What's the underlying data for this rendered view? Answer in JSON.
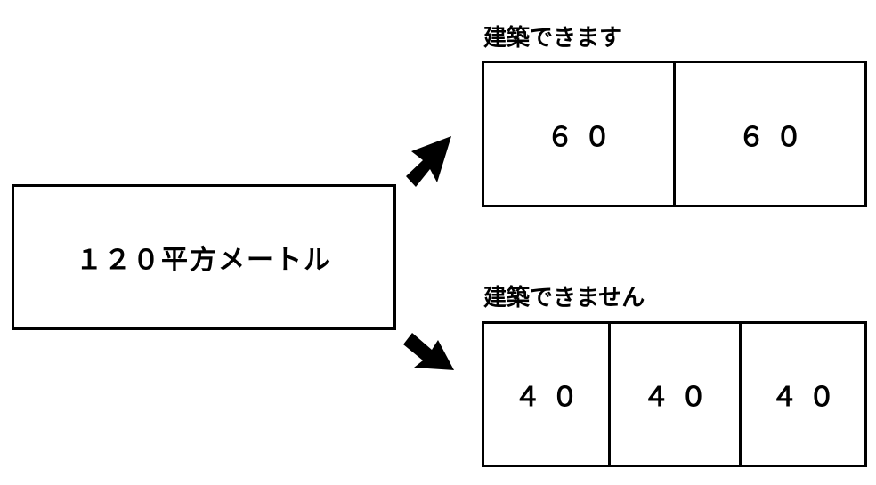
{
  "source": {
    "label": "１２０平方メートル"
  },
  "arrows": [
    {
      "name": "arrow-up-right-icon"
    },
    {
      "name": "arrow-down-right-icon"
    }
  ],
  "buildable": {
    "title": "建築できます",
    "cells": [
      "６０",
      "６０"
    ]
  },
  "not_buildable": {
    "title": "建築できません",
    "cells": [
      "４０",
      "４０",
      "４０"
    ]
  }
}
